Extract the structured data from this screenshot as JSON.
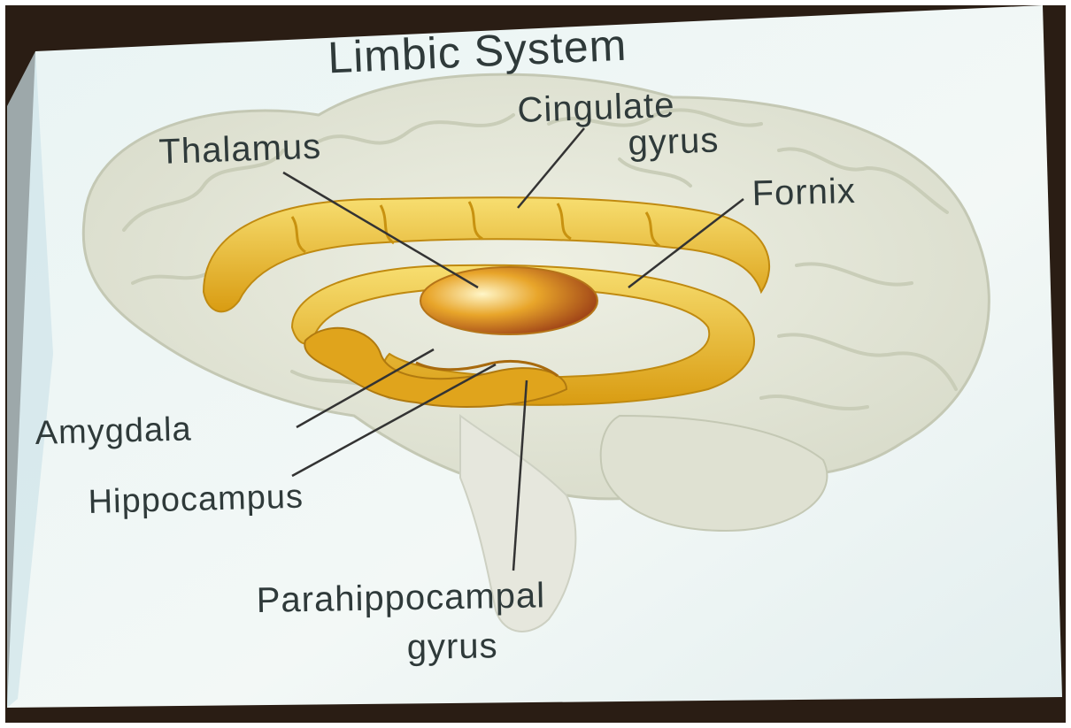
{
  "slide": {
    "title": "Limbic System"
  },
  "labels": {
    "thalamus": "Thalamus",
    "cingulate_line1": "Cingulate",
    "cingulate_line2": "gyrus",
    "fornix": "Fornix",
    "amygdala": "Amygdala",
    "hippocampus": "Hippocampus",
    "parahippocampal_line1": "Parahippocampal",
    "parahippocampal_line2": "gyrus"
  },
  "colors": {
    "slide_bg": "#eef6f6",
    "brain_tissue": "#e4e6d8",
    "limbic_gold": "#e6b421",
    "limbic_light": "#f6dc6a",
    "thalamus_core": "#a4471a",
    "label_text": "#2f3a3a",
    "leader_line": "#333333"
  }
}
